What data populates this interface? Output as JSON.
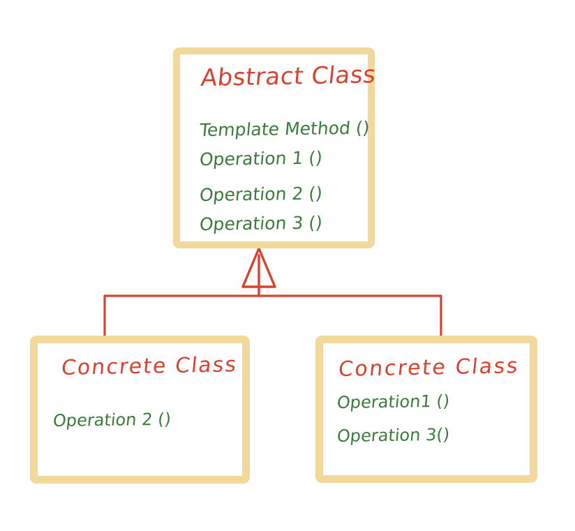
{
  "diagram": {
    "kind": "uml-class-diagram",
    "pattern_name": "Template Method",
    "background_color": "#FFFFFF",
    "palette": {
      "box_border": "#F3D89B",
      "title_red": "#D9422E",
      "member_green": "#3D7A3D",
      "connector_red": "#D9422E",
      "box_fill": "#FFFFFF"
    }
  },
  "abstract_class": {
    "title": "Abstract Class",
    "members": [
      "Template Method ()",
      "Operation 1 ()",
      "Operation 2 ()",
      "Operation 3 ()"
    ]
  },
  "concrete_class_left": {
    "title": "Concrete Class",
    "members": [
      "Operation 2 ()"
    ]
  },
  "concrete_class_right": {
    "title": "Concrete Class",
    "members": [
      "Operation1 ()",
      "Operation 3()"
    ]
  },
  "connector": {
    "relationship": "generalization",
    "arrowhead": "hollow-triangle",
    "color": "#D9422E",
    "stroke_width": 3
  }
}
